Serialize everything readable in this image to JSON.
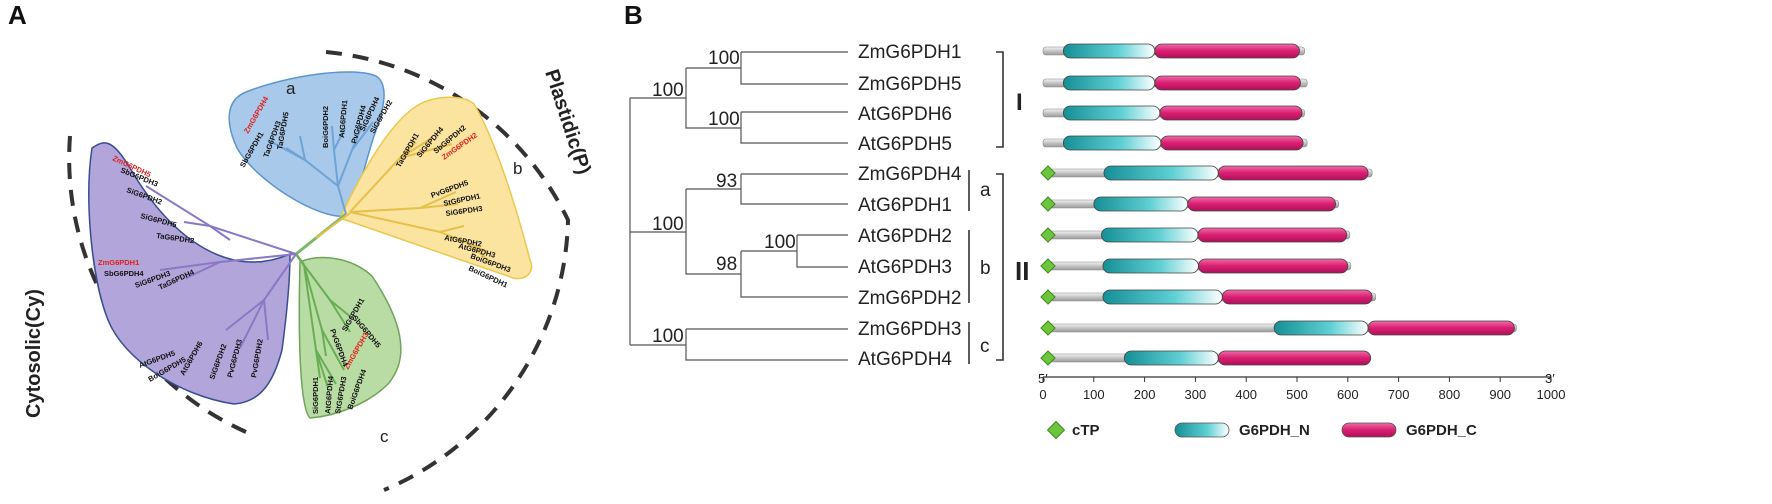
{
  "panels": {
    "a": "A",
    "b": "B"
  },
  "radial": {
    "groups": [
      {
        "label": "Plastidic(P)"
      },
      {
        "label": "Cytosolic(Cy)"
      }
    ],
    "clades": [
      {
        "label": "a",
        "color": "#a9c9ea",
        "stroke": "#5b95cc",
        "branch": "#6fa3d6",
        "leaves": [
          "ZmG6PDH4",
          "SbG6PDH1",
          "TaG6PDH3",
          "TaG6PDH5",
          "BoiG6PDH2",
          "AtG6PDH1",
          "PvG6PDH4",
          "SiG6PDH4",
          "SiG6PDH2"
        ],
        "red": [
          "ZmG6PDH4"
        ]
      },
      {
        "label": "b",
        "color": "#fbe3a0",
        "stroke": "#e9c84e",
        "branch": "#e5c04a",
        "leaves": [
          "TaG6PDH1",
          "SiG6PDH4",
          "SbG6PDH2",
          "ZmG6PDH2",
          "PvG6PDH5",
          "StG6PDH1",
          "SiG6PDH3",
          "AtG6PDH2",
          "AtG6PDH3",
          "BoiG6PDH3",
          "BoiG6PDH1"
        ],
        "red": [
          "ZmG6PDH2"
        ]
      },
      {
        "label": "c",
        "color": "#b9dca4",
        "stroke": "#6fa45a",
        "branch": "#69ad55",
        "leaves": [
          "SiG6PDH1",
          "SbG6PDH5",
          "ZmG6PDH3",
          "PvG6PDH4",
          "BoiG6PDH4",
          "StG6PDH3",
          "AtG6PDH4",
          "SiG6PDH1"
        ],
        "red": [
          "ZmG6PDH3"
        ]
      },
      {
        "label": "",
        "color": "#b1a5da",
        "stroke": "#3b4c92",
        "branch": "#8a78c6",
        "leaves": [
          "ZmG6PDH5",
          "SbG6PDH3",
          "SiG6PDH2",
          "SiG6PDH5",
          "TaG6PDH2",
          "ZmG6PDH1",
          "SbG6PDH4",
          "SiG6PDH3",
          "TaG6PDH4",
          "AtG6PDH5",
          "BoiG6PDH5",
          "AtG6PDH6",
          "SiG6PDH2",
          "PvG6PDH3",
          "PvG6PDH2"
        ],
        "red": [
          "ZmG6PDH5",
          "ZmG6PDH1"
        ]
      }
    ]
  },
  "tree": {
    "leaves": [
      "ZmG6PDH1",
      "ZmG6PDH5",
      "AtG6PDH6",
      "AtG6PDH5",
      "ZmG6PDH4",
      "AtG6PDH1",
      "AtG6PDH2",
      "AtG6PDH3",
      "ZmG6PDH2",
      "ZmG6PDH3",
      "AtG6PDH4"
    ],
    "bootstraps": [
      "100",
      "100",
      "100",
      "93",
      "100",
      "100",
      "98",
      "100"
    ],
    "subclades": [
      "a",
      "b",
      "c"
    ],
    "groups": [
      "I",
      "II"
    ]
  },
  "chart_data": {
    "type": "domain-architecture",
    "axis": {
      "min": 0,
      "max": 1000,
      "ticks": [
        0,
        100,
        200,
        300,
        400,
        500,
        600,
        700,
        800,
        900,
        1000
      ],
      "left_label": "5′",
      "right_label": "3′"
    },
    "proteins": [
      {
        "name": "ZmG6PDH1",
        "length": 515,
        "ctp": false,
        "n": [
          40,
          220
        ],
        "c": [
          220,
          505
        ]
      },
      {
        "name": "ZmG6PDH5",
        "length": 520,
        "ctp": false,
        "n": [
          40,
          220
        ],
        "c": [
          220,
          507
        ]
      },
      {
        "name": "AtG6PDH6",
        "length": 515,
        "ctp": false,
        "n": [
          40,
          230
        ],
        "c": [
          230,
          510
        ]
      },
      {
        "name": "AtG6PDH5",
        "length": 520,
        "ctp": false,
        "n": [
          40,
          232
        ],
        "c": [
          232,
          512
        ]
      },
      {
        "name": "ZmG6PDH4",
        "length": 648,
        "ctp": true,
        "n": [
          120,
          345
        ],
        "c": [
          345,
          640
        ]
      },
      {
        "name": "AtG6PDH1",
        "length": 582,
        "ctp": true,
        "n": [
          100,
          285
        ],
        "c": [
          285,
          576
        ]
      },
      {
        "name": "AtG6PDH2",
        "length": 604,
        "ctp": true,
        "n": [
          115,
          305
        ],
        "c": [
          305,
          598
        ]
      },
      {
        "name": "AtG6PDH3",
        "length": 606,
        "ctp": true,
        "n": [
          118,
          306
        ],
        "c": [
          306,
          600
        ]
      },
      {
        "name": "ZmG6PDH2",
        "length": 655,
        "ctp": true,
        "n": [
          118,
          353
        ],
        "c": [
          353,
          648
        ]
      },
      {
        "name": "ZmG6PDH3",
        "length": 932,
        "ctp": true,
        "n": [
          455,
          640
        ],
        "c": [
          640,
          928
        ]
      },
      {
        "name": "AtG6PDH4",
        "length": 645,
        "ctp": true,
        "n": [
          160,
          345
        ],
        "c": [
          345,
          645
        ]
      }
    ],
    "legend": [
      {
        "label": "cTP",
        "color": "#6cc53b"
      },
      {
        "label": "G6PDH_N",
        "color": "#1aa3a8"
      },
      {
        "label": "G6PDH_C",
        "color": "#e0307e"
      }
    ]
  }
}
